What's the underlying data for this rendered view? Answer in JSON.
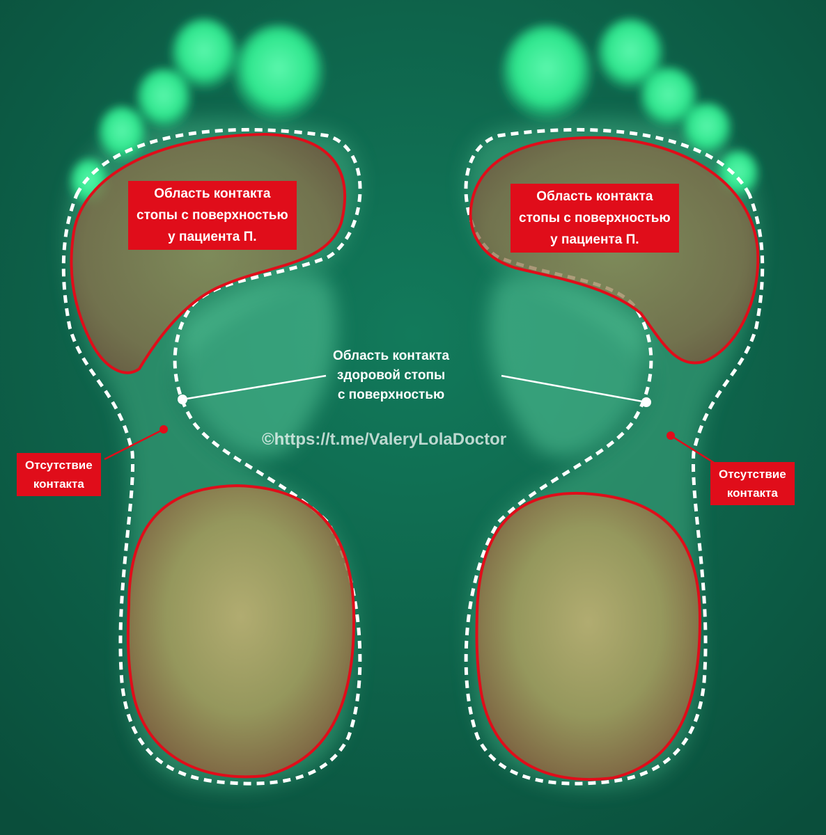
{
  "labels": {
    "left_forefoot": [
      "Область контакта",
      "стопы с поверхностью",
      "у пациента П."
    ],
    "right_forefoot": [
      "Область контакта",
      "стопы с поверхностью",
      "у пациента П."
    ],
    "healthy_contact": [
      "Область контакта",
      "здоровой стопы",
      "с поверхностью"
    ],
    "left_no_contact": [
      "Отсутствие",
      "контакта"
    ],
    "right_no_contact": [
      "Отсутствие",
      "контакта"
    ]
  },
  "watermark": "©https://t.me/ValeryLolaDoctor",
  "colors": {
    "background_green": "#0f6e52",
    "glow_green": "#2ef090",
    "contact_outline_red": "#e00d1a",
    "label_red": "#e00d1a",
    "healthy_outline": "#ffffff"
  }
}
